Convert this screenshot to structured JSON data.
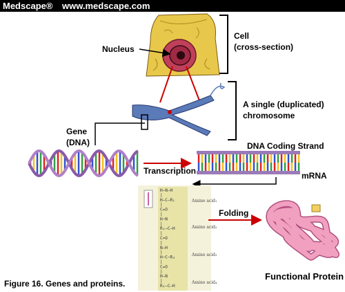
{
  "header": {
    "brand": "Medscape®",
    "url": "www.medscape.com"
  },
  "labels": {
    "nucleus": "Nucleus",
    "cell_line1": "Cell",
    "cell_line2": "(cross-section)",
    "chromosome_line1": "A single (duplicated)",
    "chromosome_line2": "chromosome",
    "gene_line1": "Gene",
    "gene_line2": "(DNA)",
    "dna_coding_strand": "DNA Coding Strand",
    "transcription": "Transcription",
    "mrna": "mRNA",
    "folding": "Folding",
    "functional_protein": "Functional Protein",
    "caption": "Figure 16.  Genes and proteins."
  },
  "amino_acid_labels": [
    "Amino acid₁",
    "Amino acid₂",
    "Amino acid₃",
    "Amino acid₄"
  ],
  "colors": {
    "header_bg": "#000000",
    "arrow_red": "#cc0000",
    "cell_fill": "#e8c84a",
    "nucleus_fill": "#c0405a",
    "chromosome_blue": "#5a7ab8",
    "dna_backbone": "#8a5aa8",
    "protein_pink": "#f2a0c0",
    "amino_panel": "#e8e4a8"
  }
}
